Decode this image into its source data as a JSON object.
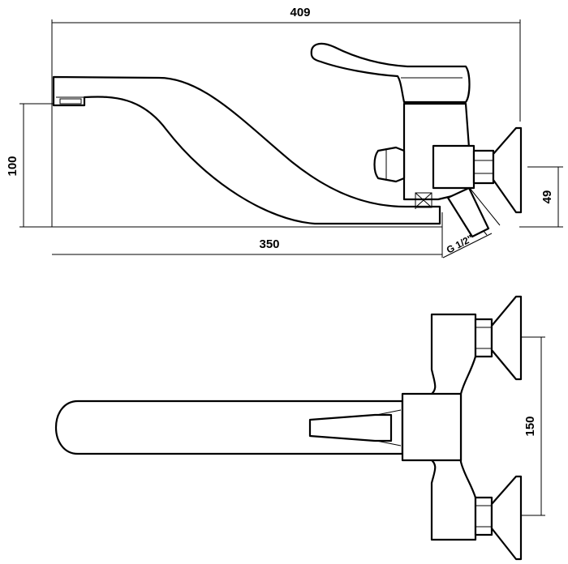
{
  "dimensions": {
    "overall_width": "409",
    "spout_reach": "350",
    "height": "100",
    "outlet_height": "49",
    "thread": "G 1/2\"",
    "center_distance": "150"
  }
}
